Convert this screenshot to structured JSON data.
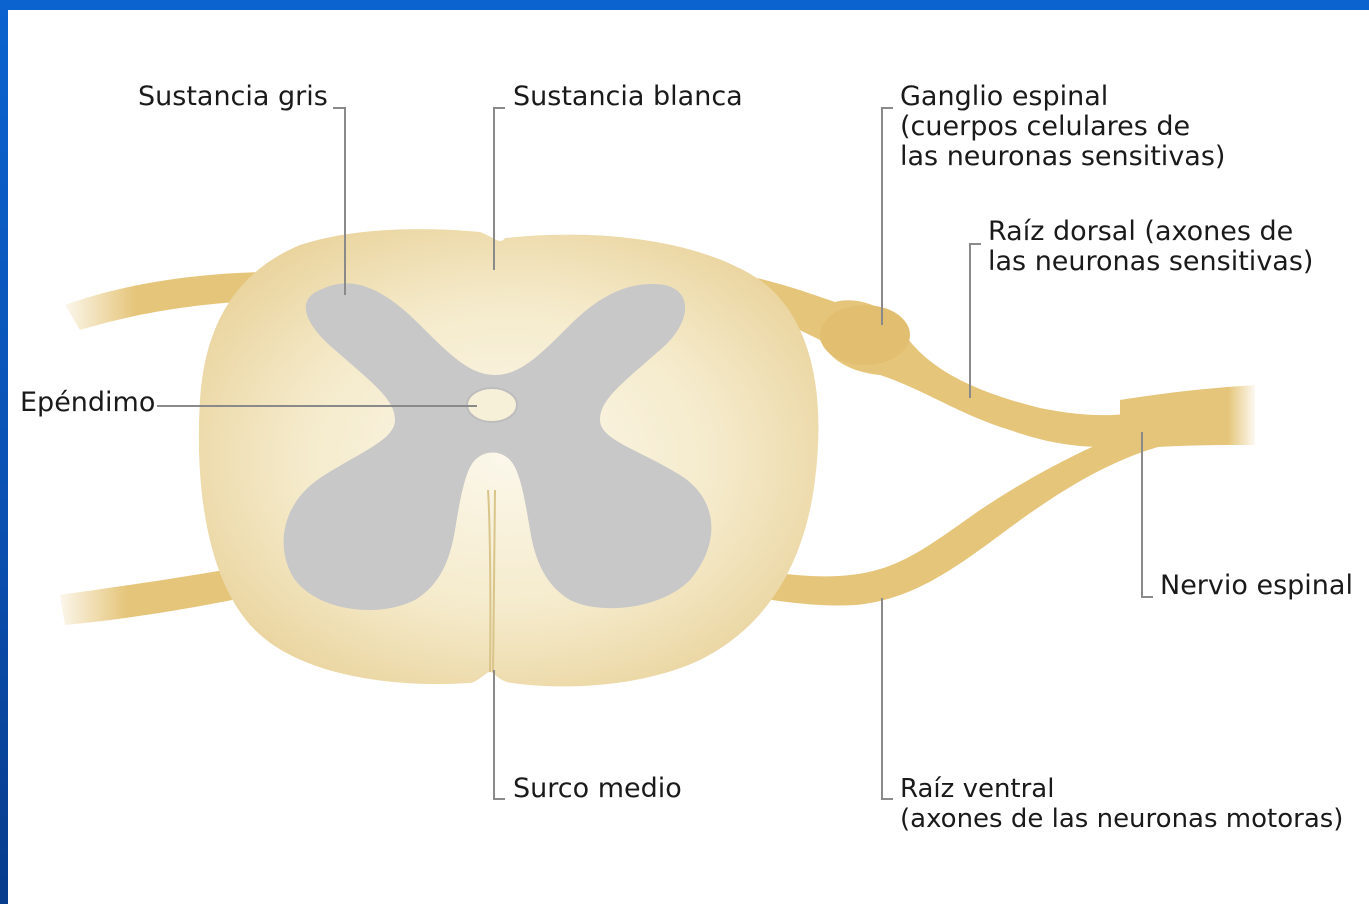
{
  "colors": {
    "frame": "#0a5cc6",
    "background": "#ffffff",
    "white_matter": "#f1e3b7",
    "gray_matter": "#c8c8c8",
    "nerve": "#e5c57a",
    "leader_line": "#8a8a8a"
  },
  "labels": {
    "sustancia_gris": "Sustancia gris",
    "sustancia_blanca": "Sustancia blanca",
    "ganglio_espinal": "Ganglio espinal\n(cuerpos celulares de\nlas neuronas sensitivas)",
    "raiz_dorsal": "Raíz dorsal (axones de\nlas neuronas sensitivas)",
    "ependimo": "Epéndimo",
    "nervio_espinal": "Nervio espinal",
    "surco_medio": "Surco medio",
    "raiz_ventral": "Raíz ventral\n(axones de las neuronas motoras)"
  }
}
